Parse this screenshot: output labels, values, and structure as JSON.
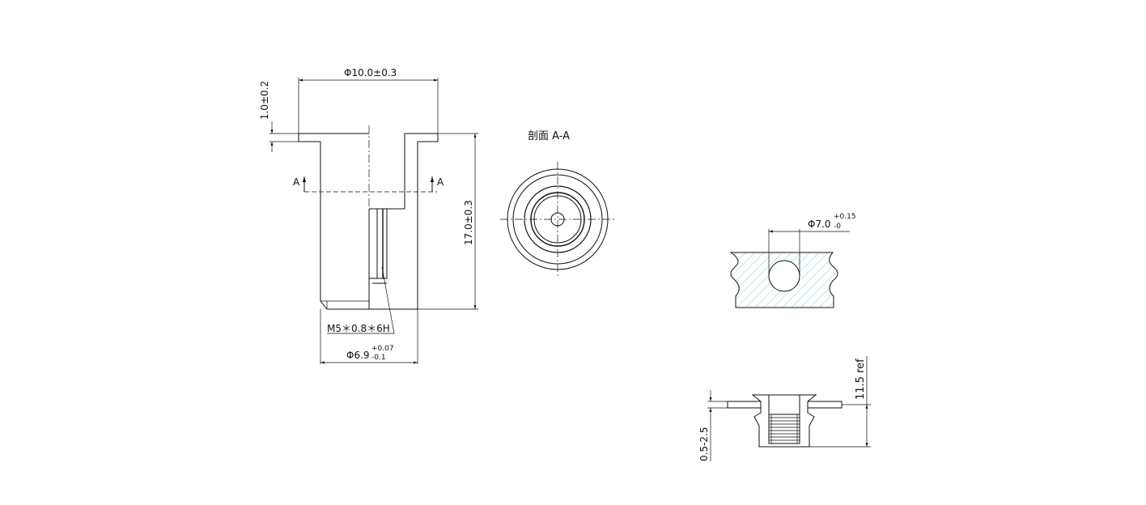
{
  "labels": {
    "flange_diameter": "Φ10.0±0.3",
    "flange_thickness": "1.0±0.2",
    "length": "17.0±0.3",
    "thread": "M5＊0.8＊6H",
    "body_diameter_base": "Φ6.9",
    "body_diameter_plus": "+0.07",
    "body_diameter_minus": "-0.1",
    "section_marker_left": "A",
    "section_marker_right": "A",
    "section_title": "剖面 A-A",
    "hole_diameter_base": "Φ7.0",
    "hole_diameter_plus": "+0.15",
    "hole_diameter_minus": "-0",
    "grip_range": "0.5-2.5",
    "installed_height": "11.5 ref"
  },
  "colors": {
    "line": "#111111",
    "plate_fill": "#d6f4f4",
    "plate_hatch": "#59c9c9"
  }
}
